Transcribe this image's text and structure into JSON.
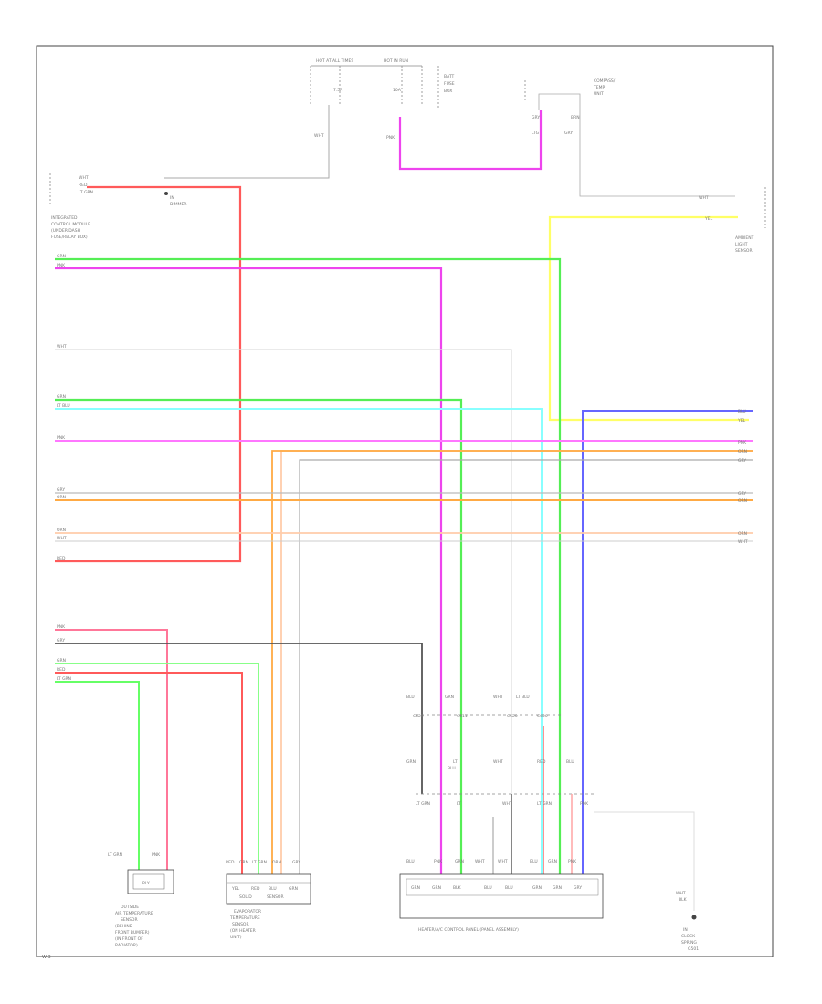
{
  "diagram": {
    "corner_code": "W-3",
    "colors": {
      "red": "#ff5a5a",
      "pink": "#ee44ee",
      "green": "#55ee55",
      "light_green": "#88ff88",
      "cyan": "#66ffff",
      "yellow": "#ffff66",
      "orange": "#ffaa44",
      "light_orange": "#ffccaa",
      "blue": "#5555ff",
      "gray": "#aaaaaa",
      "dark_gray": "#555555",
      "light_pink": "#ffaaaa"
    },
    "top_fuses": {
      "left_label": "HOT AT ALL TIMES",
      "right_label": "HOT IN RUN"
    },
    "components": {
      "left_module": "INTEGRATED CONTROL MODULE (UNDER-DASH FUSE/RELAY BOX)",
      "dimmer": "AMBIENT LIGHT SENSOR",
      "compass": "COMPASS/TEMP UNIT",
      "bottom_left_sensor": "OUTSIDE AIR TEMPERATURE SENSOR",
      "bottom_mid_sensor": "EVAPORATOR TEMPERATURE SENSOR",
      "bottom_right_assembly": "HEATER/A/C CONTROL PANEL",
      "ground": "G501",
      "relay_label": "RLY"
    }
  }
}
